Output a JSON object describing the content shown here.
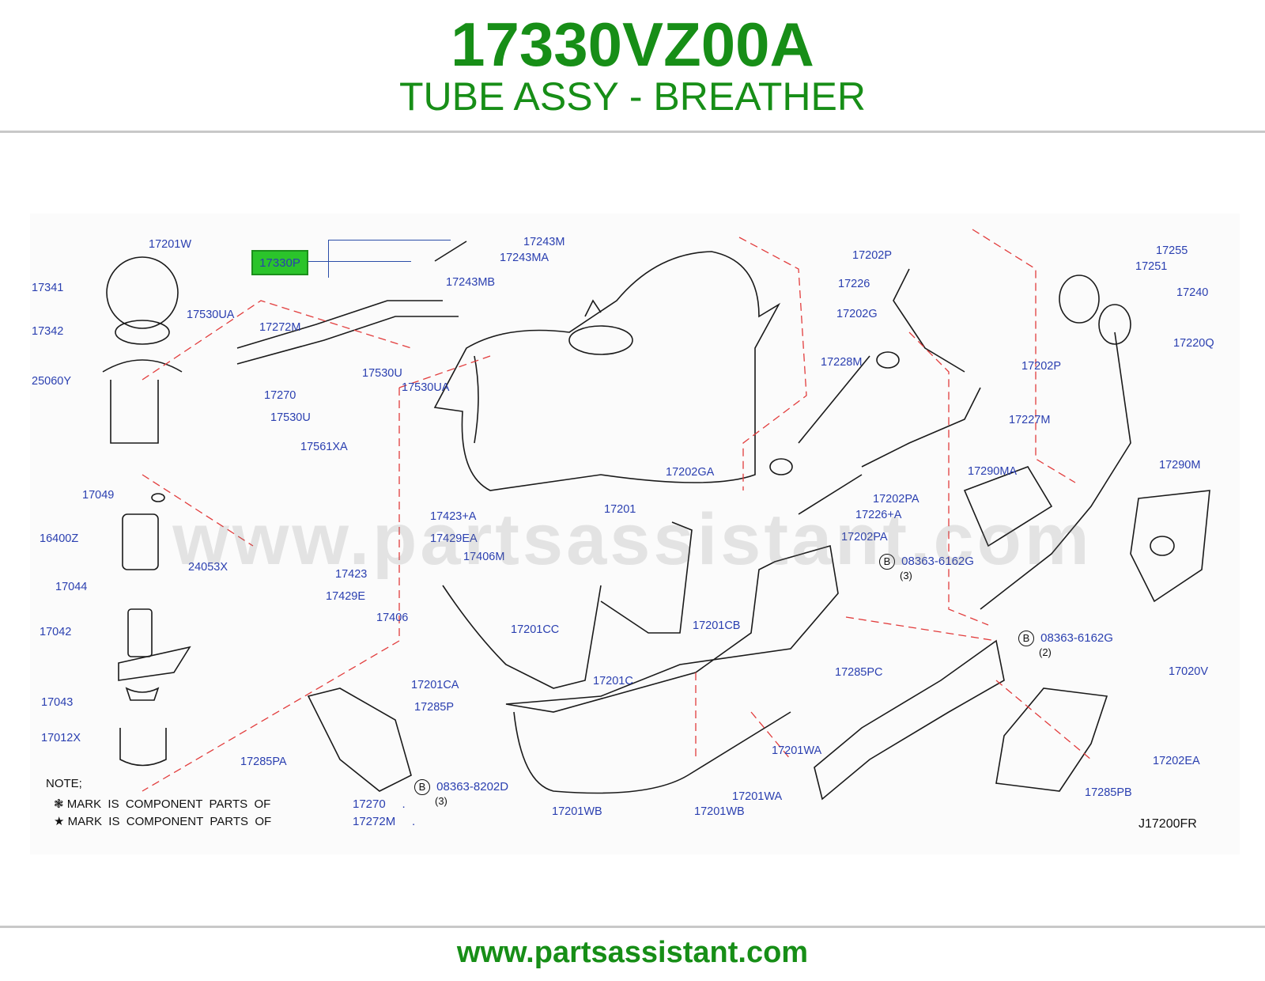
{
  "header": {
    "part_number": "17330VZ00A",
    "description": "TUBE ASSY - BREATHER"
  },
  "colors": {
    "title_green": "#178e17",
    "label_blue": "#2a3fb0",
    "highlight_green": "#2bc42b",
    "dashed_red": "#e23c3c",
    "rule_gray": "#c8c8c8"
  },
  "diagram": {
    "highlighted_part": "17330P",
    "labels": [
      "17201W",
      "17341",
      "17342",
      "25060Y",
      "17530UA",
      "17272M",
      "17270",
      "17530U",
      "17561XA",
      "17530U",
      "17530UA",
      "17243M",
      "17243MA",
      "17243MB",
      "17049",
      "16400Z",
      "24053X",
      "17044",
      "17042",
      "17043",
      "17012X",
      "17423+A",
      "17429EA",
      "17406M",
      "17423",
      "17429E",
      "17406",
      "17201CC",
      "17201CB",
      "17201CA",
      "17201C",
      "17201",
      "17202P",
      "17226",
      "17202G",
      "17228M",
      "17202P",
      "17227M",
      "17202GA",
      "17202PA",
      "17226+A",
      "17202PA",
      "17290MA",
      "17255",
      "17251",
      "17240",
      "17220Q",
      "17290M",
      "17020V",
      "17285PC",
      "17285P",
      "17285PA",
      "17201WA",
      "17201WA",
      "17201WB",
      "17201WB",
      "17285PB",
      "17202EA"
    ],
    "bolt_refs": [
      {
        "code": "08363-6162G",
        "qty": "(3)"
      },
      {
        "code": "08363-6162G",
        "qty": "(2)"
      },
      {
        "code": "08363-8202D",
        "qty": "(3)"
      }
    ],
    "bolt_symbol": "B",
    "note_title": "NOTE;",
    "note_line_1": "❃ MARK  IS  COMPONENT  PARTS  OF",
    "note_line_2": "★ MARK  IS  COMPONENT  PARTS  OF",
    "note_ref_1": "17270     .",
    "note_ref_2": "17272M     .",
    "figure_code": "J17200FR",
    "watermark": "www.partsassistant.com"
  },
  "footer": {
    "url": "www.partsassistant.com"
  }
}
